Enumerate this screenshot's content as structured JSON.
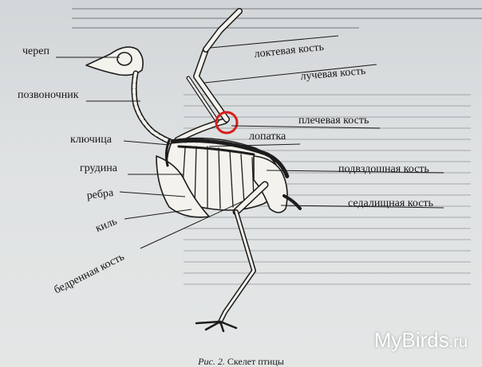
{
  "labels": {
    "skull": "череп",
    "spine": "позвоночник",
    "clavicle": "ключица",
    "sternum": "грудина",
    "ribs": "ребра",
    "keel": "киль",
    "femur": "бедренная кость",
    "ulna": "локтевая кость",
    "radius": "лучевая кость",
    "humerus": "плечевая кость",
    "scapula": "лопатка",
    "ilium": "подвздошная кость",
    "ischium": "седалищная кость"
  },
  "caption": {
    "fig": "Рис. 2.",
    "text": "Скелет птицы"
  },
  "watermark": {
    "name": "MyBirds",
    "domain": ".ru"
  },
  "colors": {
    "bone": "#f4f2ec",
    "outline": "#1c1c1c",
    "highlight_circle": "#d81e1e"
  }
}
